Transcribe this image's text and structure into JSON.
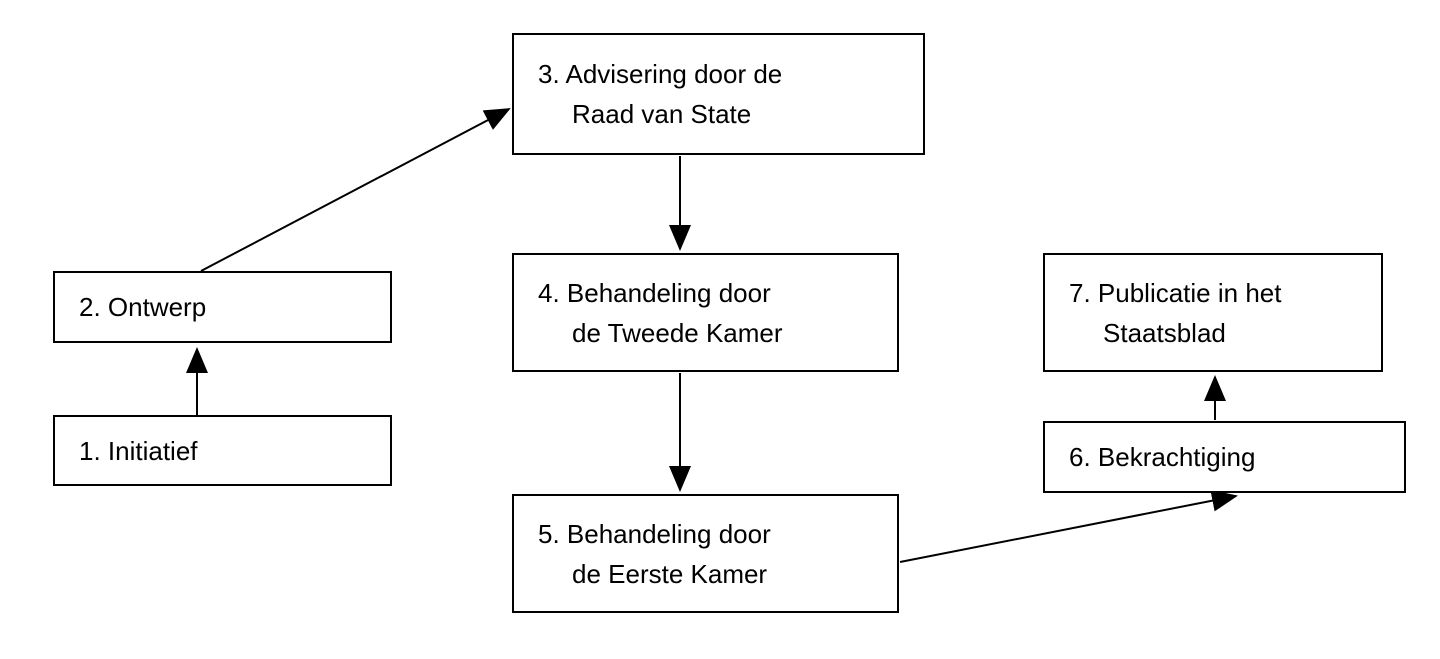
{
  "diagram": {
    "description": "Flowchart of the Dutch legislative process (wetgevingsproces)",
    "background_color": "#ffffff",
    "line_color": "#000000",
    "text_color": "#000000",
    "nodes": [
      {
        "id": "1",
        "line1": "1. Initiatief",
        "line2": ""
      },
      {
        "id": "2",
        "line1": "2. Ontwerp",
        "line2": ""
      },
      {
        "id": "3",
        "line1": "3. Advisering door de",
        "line2": "Raad van State"
      },
      {
        "id": "4",
        "line1": "4. Behandeling door",
        "line2": "de Tweede Kamer"
      },
      {
        "id": "5",
        "line1": "5. Behandeling door",
        "line2": "de Eerste Kamer"
      },
      {
        "id": "6",
        "line1": "6. Bekrachtiging",
        "line2": ""
      },
      {
        "id": "7",
        "line1": "7. Publicatie in het",
        "line2": "Staatsblad"
      }
    ],
    "edges": [
      {
        "from": "1",
        "to": "2"
      },
      {
        "from": "2",
        "to": "3"
      },
      {
        "from": "3",
        "to": "4"
      },
      {
        "from": "4",
        "to": "5"
      },
      {
        "from": "5",
        "to": "6"
      },
      {
        "from": "6",
        "to": "7"
      }
    ]
  }
}
